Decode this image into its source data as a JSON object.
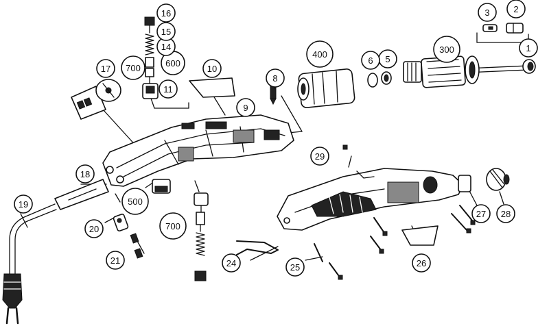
{
  "callouts": [
    {
      "label": "1"
    },
    {
      "label": "2"
    },
    {
      "label": "3"
    },
    {
      "label": "300"
    },
    {
      "label": "5"
    },
    {
      "label": "6"
    },
    {
      "label": "400"
    },
    {
      "label": "8"
    },
    {
      "label": "9"
    },
    {
      "label": "10"
    },
    {
      "label": "11"
    },
    {
      "label": "600"
    },
    {
      "label": "14"
    },
    {
      "label": "15"
    },
    {
      "label": "16"
    },
    {
      "label": "700"
    },
    {
      "label": "17"
    },
    {
      "label": "18"
    },
    {
      "label": "19"
    },
    {
      "label": "500"
    },
    {
      "label": "20"
    },
    {
      "label": "21"
    },
    {
      "label": "700"
    },
    {
      "label": "29"
    },
    {
      "label": "24"
    },
    {
      "label": "25"
    },
    {
      "label": "26"
    },
    {
      "label": "27"
    },
    {
      "label": "28"
    }
  ]
}
